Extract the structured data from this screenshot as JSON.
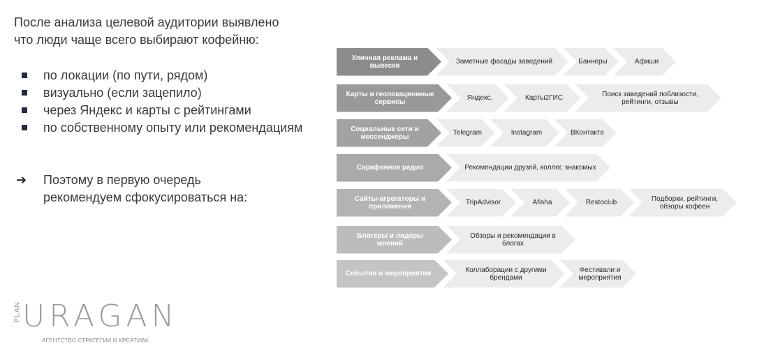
{
  "intro": {
    "line1": "После анализа целевой аудитории выявлено",
    "line2": "что люди чаще всего выбирают кофейню:"
  },
  "bullets": [
    "по локации (по пути, рядом)",
    "визуально (если зацепило)",
    "через Яндекс и карты с рейтингами",
    "по собственному опыту или рекомендациям"
  ],
  "conclusion": {
    "line1": "Поэтому в первую очередь",
    "line2": "рекомендуем сфокусироваться на:"
  },
  "logo": {
    "side": "PLAN",
    "main": "URAGAN",
    "sub": "АГЕНТСТВО СТРАТЕГИИ И КРЕАТИВА"
  },
  "channels": [
    {
      "name": "Уличная реклама и вывески",
      "color": "#8c8c8c",
      "items": [
        "Заметные фасады заведений",
        "Баннеры",
        "Афиши"
      ]
    },
    {
      "name": "Карты и геолокационные сервисы",
      "color": "#999999",
      "items": [
        "Яндекс.",
        "Карты2ГИС",
        "Поиск заведений поблизости, рейтинги, отзывы"
      ]
    },
    {
      "name": "Социальные сети и мессенджеры",
      "color": "#a2a2a2",
      "items": [
        "Telegram",
        "Instagram",
        "ВКонтакте"
      ]
    },
    {
      "name": "Сарафанное радио",
      "color": "#aaaaaa",
      "items": [
        "Рекомендации друзей, коллег, знакомых"
      ]
    },
    {
      "name": "Сайты-агрегаторы и приложения",
      "color": "#b3b3b3",
      "items": [
        "TripAdvisor",
        "Afisha",
        "Restoclub",
        "Подборки, рейтинги, обзоры кофеен"
      ]
    },
    {
      "name": "Блогеры и лидеры мнений",
      "color": "#bcbcbc",
      "items": [
        "Обзоры и рекомендации в блогах"
      ]
    },
    {
      "name": "События и мероприятия",
      "color": "#c4c4c4",
      "items": [
        "Коллаборации с другими брендами",
        "Фестивали и мероприятия"
      ]
    }
  ]
}
